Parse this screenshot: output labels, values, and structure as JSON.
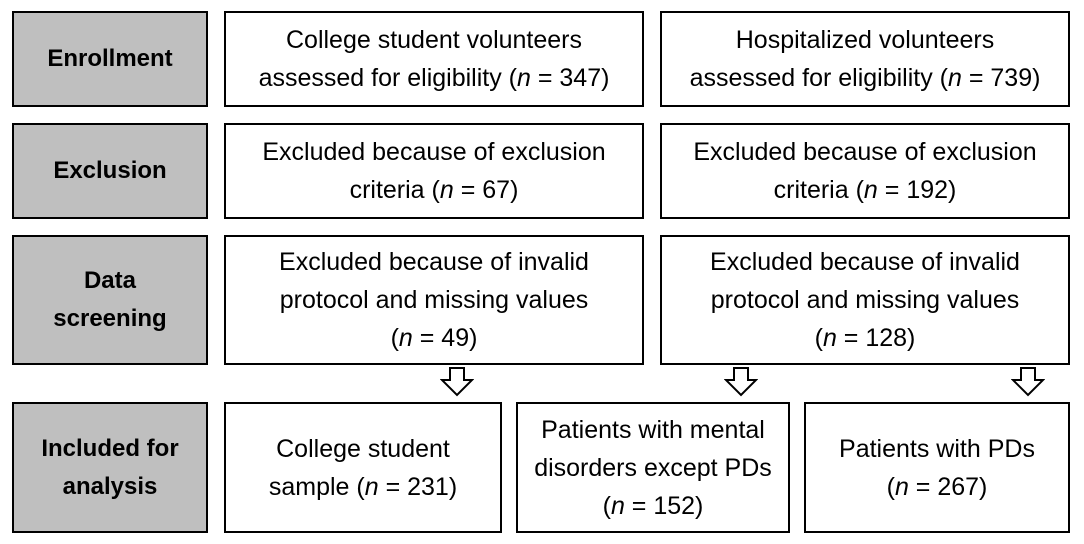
{
  "stages": {
    "enrollment": "Enrollment",
    "exclusion": "Exclusion",
    "screening": [
      "Data",
      "screening"
    ],
    "included": [
      "Included for",
      "analysis"
    ]
  },
  "boxes": {
    "college_enroll": {
      "line1": "College student volunteers",
      "pre": "assessed for eligibility (",
      "n": "n",
      "post": " = 347)"
    },
    "hosp_enroll": {
      "line1": "Hospitalized volunteers",
      "pre": "assessed for eligibility (",
      "n": "n",
      "post": " = 739)"
    },
    "college_excl": {
      "line1": "Excluded because of exclusion",
      "pre": "criteria (",
      "n": "n",
      "post": " = 67)"
    },
    "hosp_excl": {
      "line1": "Excluded because of exclusion",
      "pre": "criteria (",
      "n": "n",
      "post": " = 192)"
    },
    "college_screen": {
      "line1": "Excluded because of invalid",
      "line2": "protocol and missing values",
      "pre": "(",
      "n": "n",
      "post": " = 49)"
    },
    "hosp_screen": {
      "line1": "Excluded because of invalid",
      "line2": "protocol and missing values",
      "pre": "(",
      "n": "n",
      "post": " = 128)"
    },
    "college_sample": {
      "line1": "College student",
      "pre": "sample (",
      "n": "n",
      "post": " = 231)"
    },
    "mental": {
      "line1": "Patients with mental",
      "line2": "disorders except PDs",
      "pre": "(",
      "n": "n",
      "post": " = 152)"
    },
    "pd": {
      "line1": "Patients with PDs",
      "pre": "(",
      "n": "n",
      "post": " = 267)"
    }
  },
  "colors": {
    "stage_fill": "#bfbfbf",
    "border": "#000000"
  },
  "icons": [
    "down-arrow-icon",
    "down-arrow-icon",
    "down-arrow-icon"
  ]
}
